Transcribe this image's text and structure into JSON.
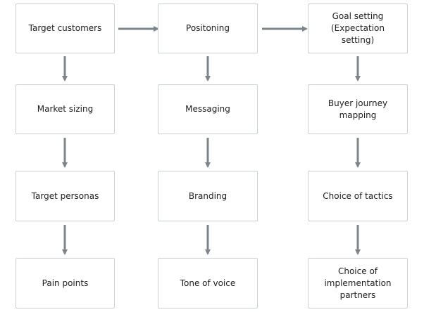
{
  "columns": [
    {
      "nodes": [
        {
          "label": "Target customers"
        },
        {
          "label": "Market sizing"
        },
        {
          "label": "Target personas"
        },
        {
          "label": "Pain points"
        }
      ]
    },
    {
      "nodes": [
        {
          "label": "Positoning"
        },
        {
          "label": "Messaging"
        },
        {
          "label": "Branding"
        },
        {
          "label": "Tone of voice"
        }
      ]
    },
    {
      "nodes": [
        {
          "label": "Goal setting\n(Expectation setting)"
        },
        {
          "label": "Buyer journey\nmapping"
        },
        {
          "label": "Choice of tactics"
        },
        {
          "label": "Choice of\nimplementation\npartners"
        }
      ]
    }
  ],
  "colors": {
    "arrow": "#7b858b",
    "box_border": "#c9d1d6"
  }
}
